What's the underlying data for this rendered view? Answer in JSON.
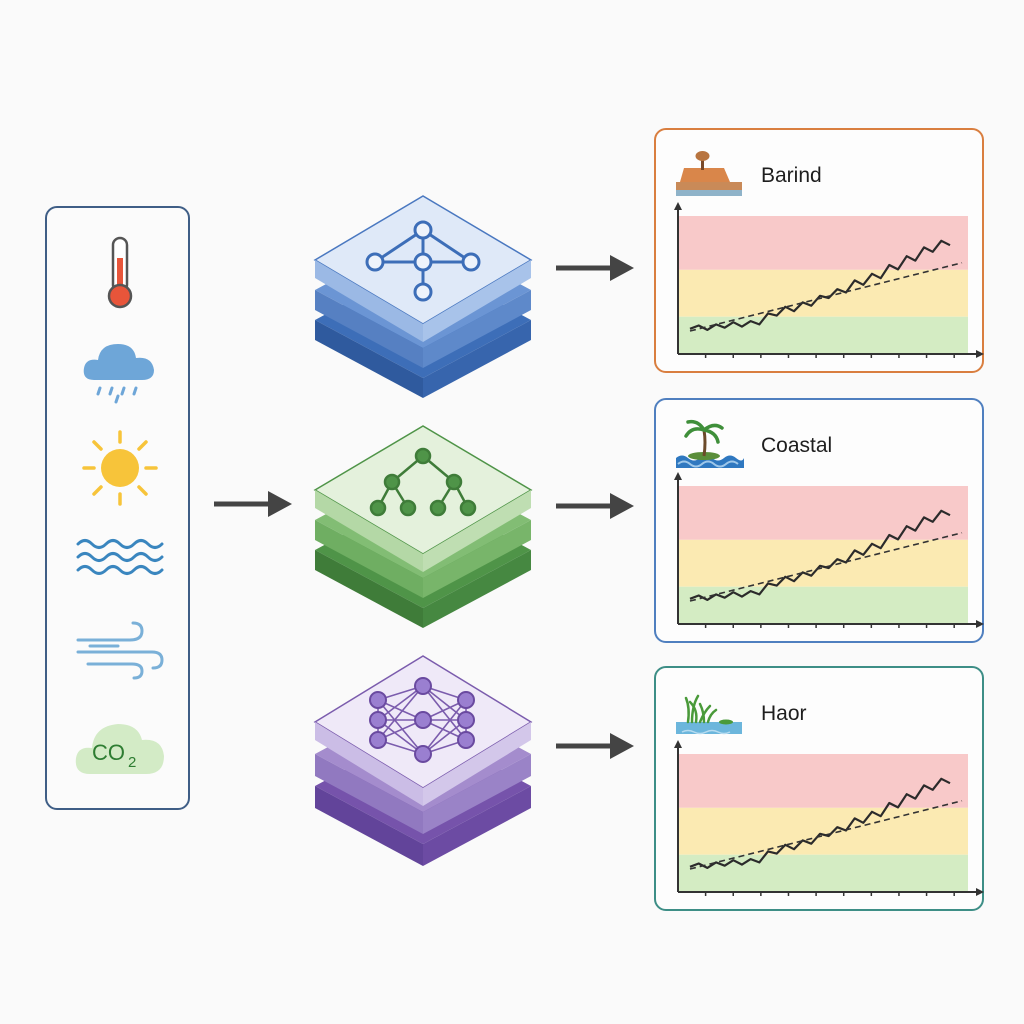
{
  "diagram": {
    "inputs": [
      {
        "icon": "thermometer-icon"
      },
      {
        "icon": "rain-cloud-icon"
      },
      {
        "icon": "sun-icon"
      },
      {
        "icon": "water-waves-icon"
      },
      {
        "icon": "wind-icon"
      },
      {
        "icon": "co2-cloud-icon",
        "label_main": "CO",
        "label_sub": "2"
      }
    ],
    "models": [
      {
        "icon": "graph-network-icon",
        "color": "#4a78c0"
      },
      {
        "icon": "decision-tree-icon",
        "color": "#4f9448"
      },
      {
        "icon": "neural-network-icon",
        "color": "#7b5cad"
      }
    ],
    "regions": [
      {
        "title": "Barind",
        "icon": "barind-landscape-icon",
        "border_color": "#d97e3f"
      },
      {
        "title": "Coastal",
        "icon": "coastal-palm-icon",
        "border_color": "#4f7fbf"
      },
      {
        "title": "Haor",
        "icon": "haor-wetland-icon",
        "border_color": "#3d8e86"
      }
    ],
    "band_colors": {
      "high": "#f8c9c9",
      "medium": "#fbeab2",
      "low": "#d4ecc3"
    }
  }
}
